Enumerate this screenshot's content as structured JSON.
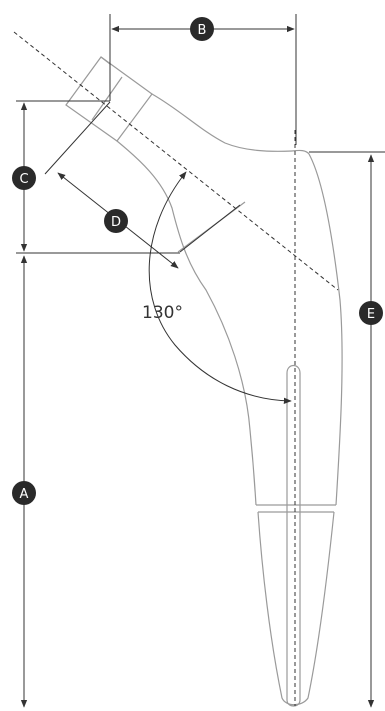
{
  "diagram": {
    "angle_label": "130°",
    "dimensions": [
      {
        "id": "A",
        "label": "A"
      },
      {
        "id": "B",
        "label": "B"
      },
      {
        "id": "C",
        "label": "C"
      },
      {
        "id": "D",
        "label": "D"
      },
      {
        "id": "E",
        "label": "E"
      }
    ],
    "colors": {
      "outline": "#9a9a9a",
      "dimension_line": "#333333",
      "badge_fill": "#2a2a2a",
      "badge_text": "#ffffff"
    }
  }
}
